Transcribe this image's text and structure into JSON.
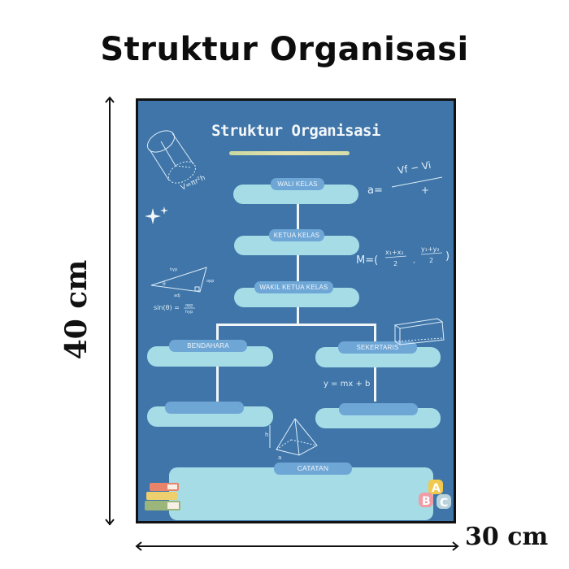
{
  "page": {
    "title": "Struktur Organisasi"
  },
  "poster": {
    "title": "Struktur Organisasi",
    "colors": {
      "background": "#3f75a8",
      "box": "#a6dce6",
      "tag": "#6ea6d6",
      "line": "#f3f6f9",
      "border": "#111111"
    },
    "nodes": [
      {
        "role": "WALI KELAS",
        "name": ""
      },
      {
        "role": "KETUA KELAS",
        "name": ""
      },
      {
        "role": "WAKIL KETUA KELAS",
        "name": ""
      },
      {
        "role": "BENDAHARA",
        "name": ""
      },
      {
        "role": "SEKERTARIS",
        "name": ""
      },
      {
        "role": "",
        "name": ""
      },
      {
        "role": "",
        "name": ""
      }
    ],
    "notes": {
      "label": "CATATAN",
      "content": ""
    },
    "formulas": {
      "cylinder": "V=πr²h",
      "acceleration": "a = (Vf − Vi) / t",
      "midpoint": "M=( (x1+x2)/2 , (y1+y2)/2 )",
      "sine": "sin(θ) = opp / hyp",
      "line": "y = mx + b",
      "triangle_labels": [
        "hyp",
        "opp",
        "adj",
        "θ"
      ],
      "pyramid_labels": [
        "h",
        "a"
      ],
      "blocks": [
        "A",
        "B",
        "C"
      ]
    }
  },
  "dimensions": {
    "height": "40 cm",
    "width": "30 cm"
  }
}
